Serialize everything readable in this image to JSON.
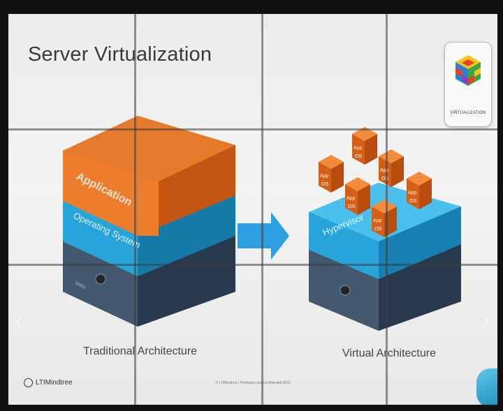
{
  "slide": {
    "title": "Server Virtualization",
    "logo_text": "VIRTUALIZATION",
    "traditional": {
      "caption": "Traditional Architecture",
      "layer_app": "Application",
      "layer_os": "Operating System"
    },
    "virtual": {
      "caption": "Virtual Architecture",
      "layer_hypervisor": "Hypervisor",
      "vm_app": "App",
      "vm_os": "OS"
    },
    "brand": "LTIMindtree",
    "footer": "© LTIMindtree | Privileged and Confidential 2022"
  },
  "colors": {
    "orange": "#e46a1e",
    "cyan": "#1fa2d6",
    "server": "#3e5268",
    "arrow": "#2e9fe0"
  }
}
